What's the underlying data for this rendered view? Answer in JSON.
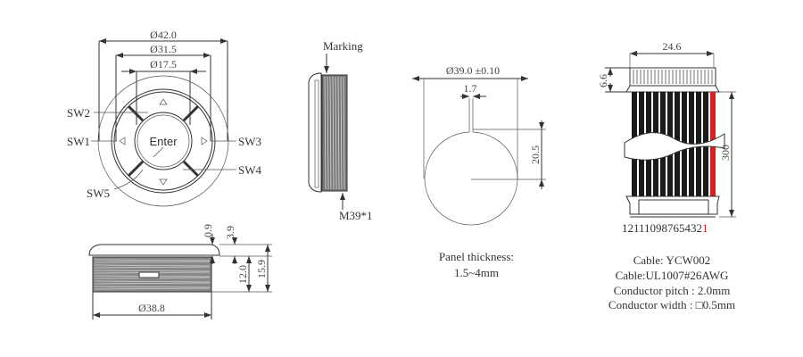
{
  "front_view": {
    "dims": {
      "outer": "Ø42.0",
      "middle": "Ø31.5",
      "inner": "Ø17.5"
    },
    "center_button": "Enter",
    "switches": {
      "sw1": "SW1",
      "sw2": "SW2",
      "sw3": "SW3",
      "sw4": "SW4",
      "sw5": "SW5"
    }
  },
  "bottom_view": {
    "diameter": "Ø38.8",
    "dims": {
      "a": "0.9",
      "b": "3.9",
      "c": "12.0",
      "d": "15.9"
    }
  },
  "side_view": {
    "marking": "Marking",
    "thread": "M39*1"
  },
  "panel_cutout": {
    "diameter": "Ø39.0 ±0.10",
    "notch_width": "1.7",
    "notch_depth": "20.5",
    "thickness_label": "Panel thickness:",
    "thickness_value": "1.5~4mm"
  },
  "cable": {
    "width": "24.6",
    "connector_height": "6.6",
    "length": "300",
    "pin_numbers": "12111098765432",
    "pin_one": "1",
    "title": "Cable: YCW002",
    "spec": "Cable:UL1007#26AWG",
    "pitch": "Conductor pitch  : 2.0mm",
    "width_spec": "Conductor width : □0.5mm",
    "wire_color": "#1a1a1a",
    "pin1_color": "#d42020"
  }
}
